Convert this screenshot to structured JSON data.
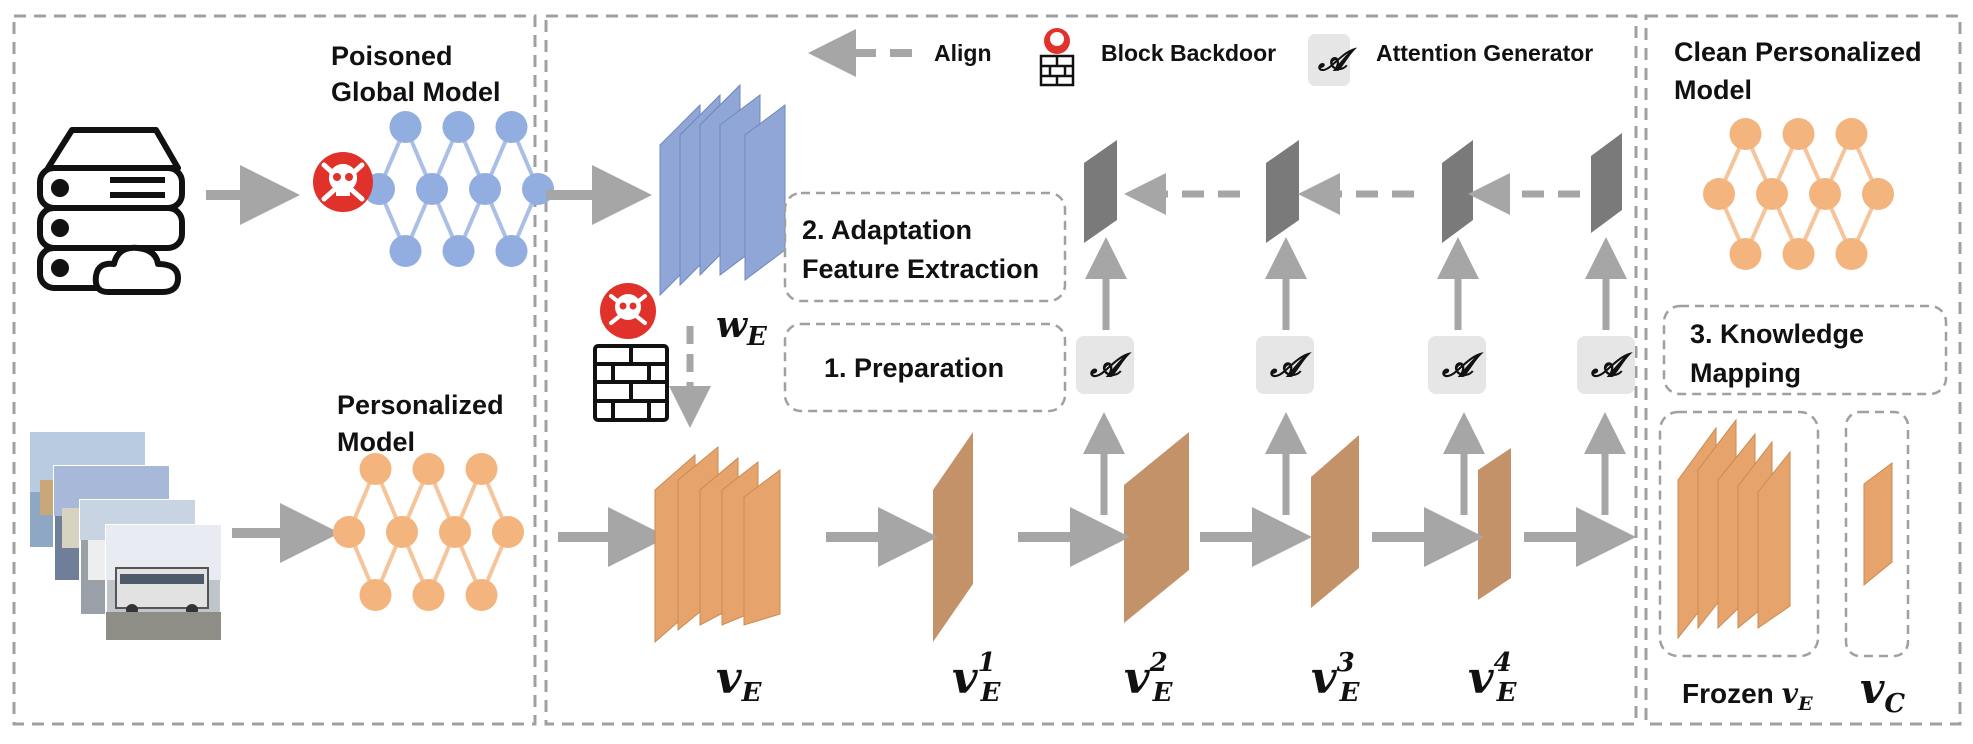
{
  "legend": {
    "align": "Align",
    "block_backdoor": "Block Backdoor",
    "attention_generator": "Attention Generator",
    "attention_symbol": "𝓐"
  },
  "left_panel": {
    "poisoned_line1": "Poisoned",
    "poisoned_line2": "Global Model",
    "personalized_line1": "Personalized",
    "personalized_line2": "Model"
  },
  "middle_panel": {
    "step1": "1. Preparation",
    "step2_line1": "2. Adaptation",
    "step2_line2": "Feature Extraction",
    "weights_symbol": "w",
    "weights_sub": "E",
    "features": [
      {
        "base": "v",
        "sub": "E",
        "sup": ""
      },
      {
        "base": "v",
        "sub": "E",
        "sup": "1"
      },
      {
        "base": "v",
        "sub": "E",
        "sup": "2"
      },
      {
        "base": "v",
        "sub": "E",
        "sup": "3"
      },
      {
        "base": "v",
        "sub": "E",
        "sup": "4"
      }
    ]
  },
  "right_panel": {
    "clean_line1": "Clean Personalized",
    "clean_line2": "Model",
    "step3_line1": "3. Knowledge",
    "step3_line2": "Mapping",
    "frozen_label": "Frozen",
    "frozen_base": "v",
    "frozen_sub": "E",
    "classifier_base": "v",
    "classifier_sub": "C"
  },
  "colors": {
    "blue_node": "#92aee0",
    "blue_edge": "#a9bfe6",
    "orange_node": "#f4b47e",
    "orange_edge": "#f6c49a",
    "blue_layer": "#8fa6d6",
    "orange_layer": "#e6a46c",
    "gray_layer": "#7a7a7a",
    "arrow": "#a6a6a6",
    "dashed_border": "#a0a0a0",
    "skull_red": "#e0322b"
  }
}
